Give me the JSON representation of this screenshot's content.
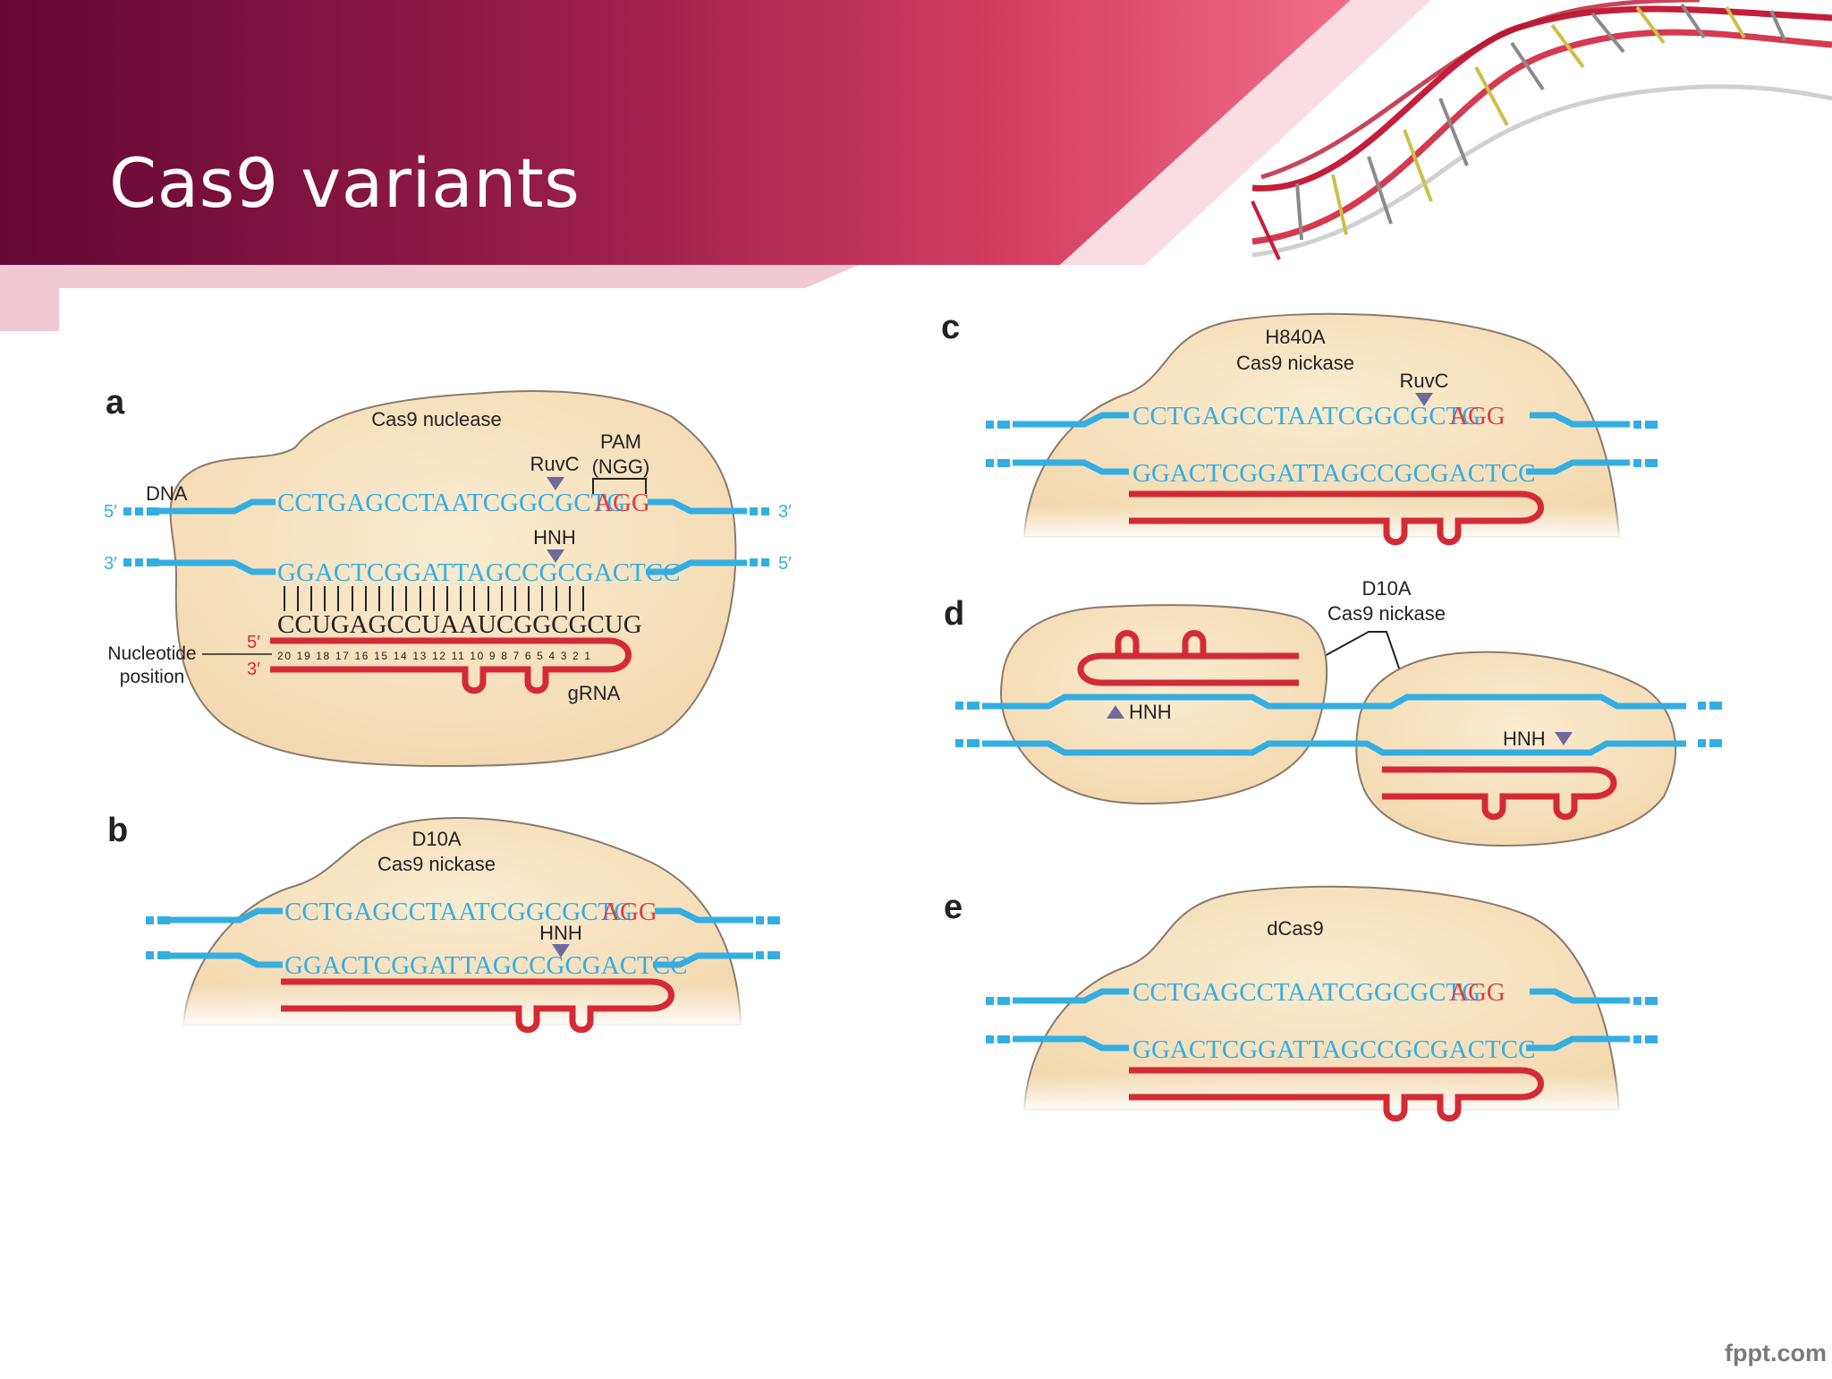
{
  "slide": {
    "title": "Cas9 variants",
    "footer": "fppt.com"
  },
  "colors": {
    "header_dark": "#6d0a35",
    "header_mid": "#a8234f",
    "header_light": "#ee5878",
    "dna_blue": "#33aee3",
    "rna_red": "#d42a36",
    "protein_fill": "#f8e6c6",
    "protein_stroke": "#8a7a6a",
    "pam_red": "#d8404a",
    "arrow_purple": "#6f6a9c"
  },
  "icons": {
    "header_image": "dna-helix-icon",
    "cleavage_marker": "triangle-marker-icon"
  },
  "panel_a": {
    "letter": "a",
    "protein": "Cas9 nuclease",
    "pam_label": "PAM",
    "pam_motif": "(NGG)",
    "ruvc": "RuvC",
    "hnh": "HNH",
    "dna_label": "DNA",
    "top_5": "5′",
    "top_3": "3′",
    "bottom_3": "3′",
    "bottom_5": "5′",
    "top_seq": "CCTGAGCCTAATCGGCGCTG",
    "pam_seq": "AGG",
    "bottom_seq": "GGACTCGGATTAGCCGCGACTCC",
    "grna_seq": "CCUGAGCCUAAUCGGCGCUG",
    "grna_5": "5′",
    "grna_3": "3′",
    "positions": "20 19 18 17 16 15 14 13 12 11 10 9  8  7  6  5  4  3  2  1",
    "nucleotide_label_1": "Nucleotide",
    "nucleotide_label_2": "position",
    "grna_label": "gRNA"
  },
  "panel_b": {
    "letter": "b",
    "protein_1": "D10A",
    "protein_2": "Cas9 nickase",
    "top_seq": "CCTGAGCCTAATCGGCGCTG",
    "pam_seq": "AGG",
    "bottom_seq": "GGACTCGGATTAGCCGCGACTCC",
    "hnh": "HNH"
  },
  "panel_c": {
    "letter": "c",
    "protein_1": "H840A",
    "protein_2": "Cas9 nickase",
    "ruvc": "RuvC",
    "top_seq": "CCTGAGCCTAATCGGCGCTG",
    "pam_seq": "AGG",
    "bottom_seq": "GGACTCGGATTAGCCGCGACTCC"
  },
  "panel_d": {
    "letter": "d",
    "protein_1": "D10A",
    "protein_2": "Cas9 nickase",
    "hnh_left": "HNH",
    "hnh_right": "HNH"
  },
  "panel_e": {
    "letter": "e",
    "protein": "dCas9",
    "top_seq": "CCTGAGCCTAATCGGCGCTG",
    "pam_seq": "AGG",
    "bottom_seq": "GGACTCGGATTAGCCGCGACTCC"
  }
}
